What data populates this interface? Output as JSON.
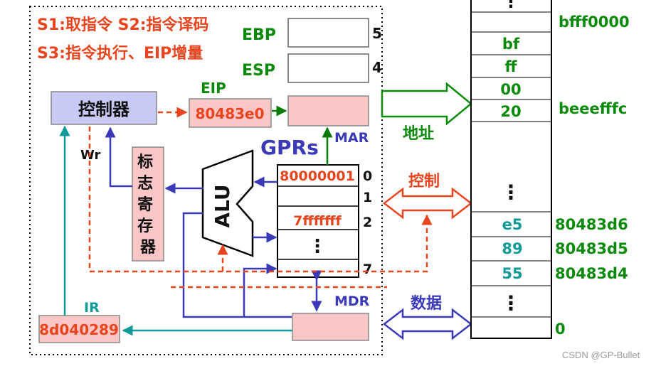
{
  "stages": {
    "line1": "S1:取指令   S2:指令译码",
    "line2": "S3:指令执行、EIP增量"
  },
  "registers": {
    "ebp": {
      "label": "EBP",
      "index": "5"
    },
    "esp": {
      "label": "ESP",
      "index": "4"
    },
    "eip": {
      "label": "EIP",
      "value": "80483e0"
    },
    "mar": {
      "label": "MAR"
    },
    "mdr": {
      "label": "MDR"
    },
    "ir": {
      "label": "IR",
      "value": "8d040289"
    }
  },
  "controller": {
    "label": "控制器"
  },
  "wr": {
    "label": "Wr"
  },
  "flags": {
    "label": "标志寄存器"
  },
  "alu": {
    "label": "ALU"
  },
  "gprs": {
    "title": "GPRs",
    "row0": {
      "value": "80000001",
      "index": "0"
    },
    "row1": {
      "value": "",
      "index": "1"
    },
    "row2": {
      "value": "7fffffff",
      "index": "2"
    },
    "dots": "⋮",
    "row7": {
      "index": "7"
    }
  },
  "buses": {
    "address": "地址",
    "control": "控制",
    "data": "数据"
  },
  "memory": {
    "top_dots": "⋮",
    "rows": [
      {
        "value": "",
        "address": "bfff0000"
      },
      {
        "value": "bf",
        "address": ""
      },
      {
        "value": "ff",
        "address": ""
      },
      {
        "value": "00",
        "address": "beeefffc"
      },
      {
        "value": "20",
        "address": ""
      }
    ],
    "mid_dots": "⋮",
    "low_rows": [
      {
        "value": "e5",
        "address": "80483d6"
      },
      {
        "value": "89",
        "address": "80483d5"
      },
      {
        "value": "55",
        "address": "80483d4"
      }
    ],
    "bottom_dots": "⋮",
    "zero_label": "0"
  },
  "watermark": "CSDN @GP-Bullet",
  "colors": {
    "red_text": "#e8451e",
    "green_text": "#0a8a0a",
    "blue_text": "#3a3ab8",
    "teal": "#109a9a",
    "pink_fill": "#fbc6c6",
    "lavender_fill": "#c9c9f5",
    "navy": "#3a3ab8"
  }
}
